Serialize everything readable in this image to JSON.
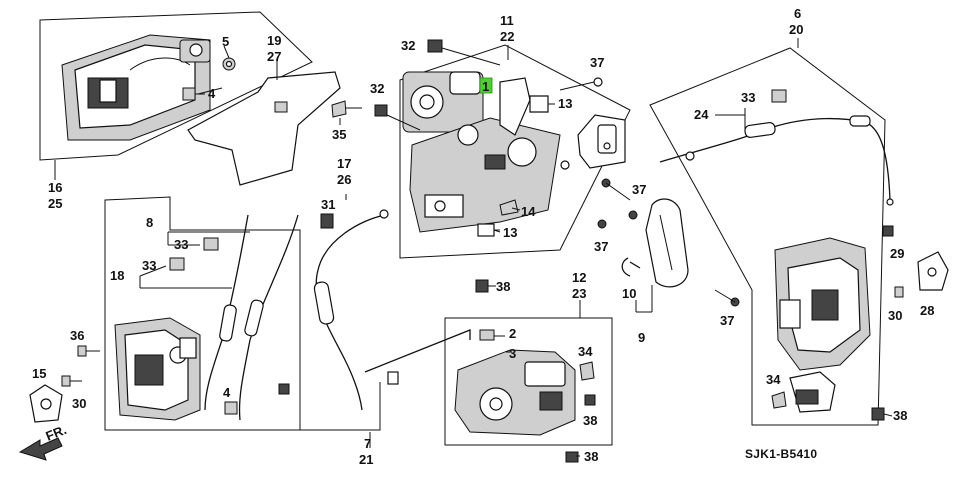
{
  "diagram_code": "SJK1-B5410",
  "front_marker": "FR.",
  "highlight_label": "1",
  "labels": {
    "l1": "1",
    "l2": "2",
    "l3": "3",
    "l4a": "4",
    "l4b": "4",
    "l5": "5",
    "l6": "6",
    "l7": "7",
    "l8": "8",
    "l9": "9",
    "l10": "10",
    "l11": "11",
    "l12": "12",
    "l13a": "13",
    "l13b": "13",
    "l14": "14",
    "l15": "15",
    "l16": "16",
    "l17": "17",
    "l18": "18",
    "l19": "19",
    "l20": "20",
    "l21": "21",
    "l22": "22",
    "l23": "23",
    "l24": "24",
    "l25": "25",
    "l26": "26",
    "l27": "27",
    "l28": "28",
    "l29": "29",
    "l30a": "30",
    "l30b": "30",
    "l31": "31",
    "l32a": "32",
    "l32b": "32",
    "l33a": "33",
    "l33b": "33",
    "l33c": "33",
    "l34a": "34",
    "l34b": "34",
    "l35": "35",
    "l36": "36",
    "l37a": "37",
    "l37b": "37",
    "l37c": "37",
    "l37d": "37",
    "l38a": "38",
    "l38b": "38",
    "l38c": "38",
    "l38d": "38"
  },
  "colors": {
    "highlight": "#4ccf2f",
    "line": "#111111"
  }
}
